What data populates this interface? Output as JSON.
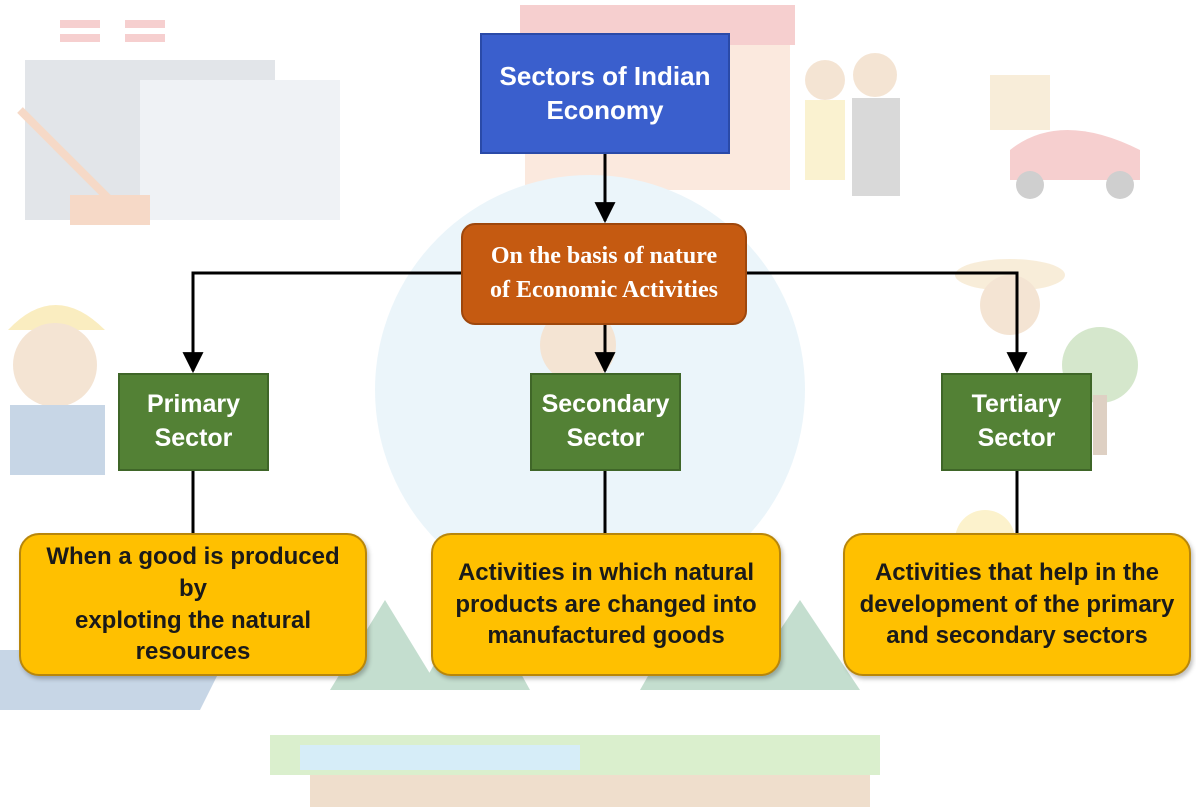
{
  "diagram": {
    "root": "Sectors of Indian\nEconomy",
    "basis": "On the basis of nature\nof Economic Activities",
    "sectors": [
      {
        "name": "Primary\nSector",
        "description": "When a good is produced by\nexploting the natural\nresources"
      },
      {
        "name": "Secondary\nSector",
        "description": "Activities in which natural\nproducts are changed into\nmanufactured goods"
      },
      {
        "name": "Tertiary\nSector",
        "description": "Activities that help in the\ndevelopment of the primary\nand secondary sectors"
      }
    ]
  },
  "colors": {
    "root_fill": "#3a5fcd",
    "basis_fill": "#c55a11",
    "sector_fill": "#538135",
    "description_fill": "#ffc000",
    "connector": "#000000"
  }
}
